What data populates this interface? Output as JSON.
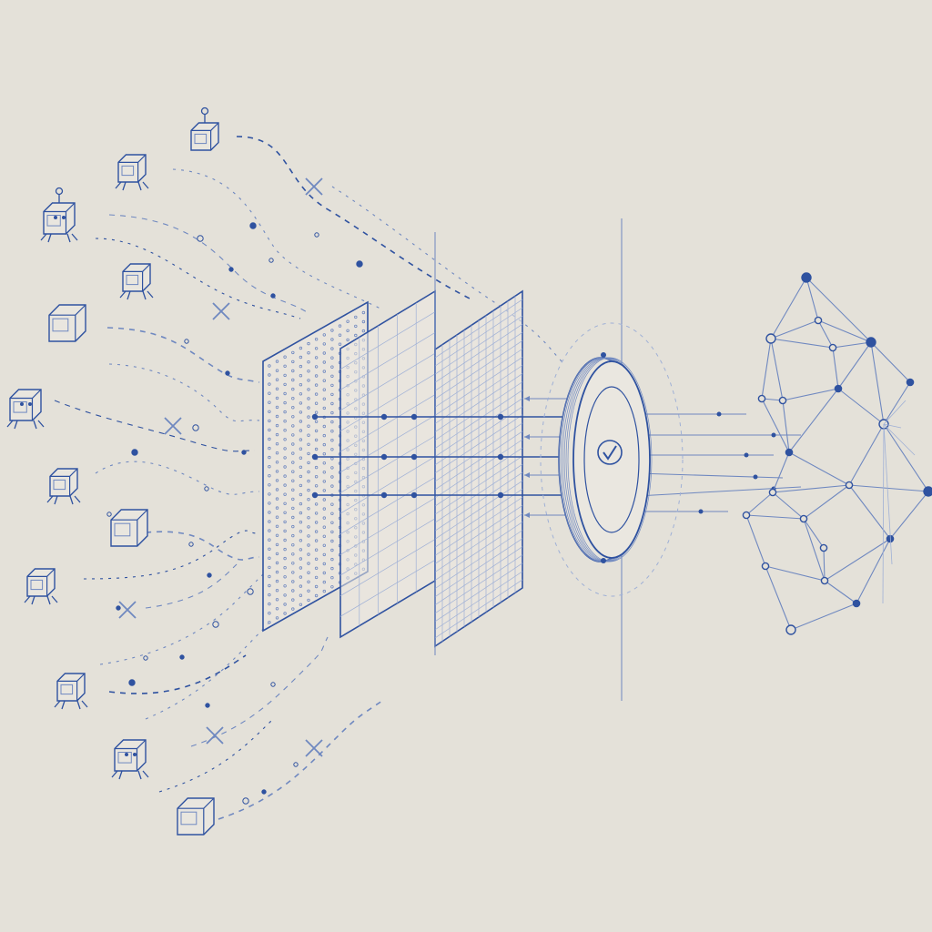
{
  "palette": {
    "background": "#e4e1d9",
    "ink": "#2f52a0",
    "ink_light": "#6f88c0",
    "ink_faint": "#9fb0d6"
  },
  "agents": [
    {
      "kind": "cube-antenna",
      "icon": "cube-with-antenna-icon"
    },
    {
      "kind": "cube-legs",
      "icon": "walker-robot-icon"
    },
    {
      "kind": "robot-antenna",
      "icon": "antenna-robot-icon"
    },
    {
      "kind": "cube-legs",
      "icon": "walker-robot-icon"
    },
    {
      "kind": "cube",
      "icon": "cube-icon"
    },
    {
      "kind": "robot",
      "icon": "robot-icon"
    },
    {
      "kind": "cube-legs",
      "icon": "walker-robot-icon"
    },
    {
      "kind": "cube",
      "icon": "cube-icon"
    },
    {
      "kind": "cube-legs",
      "icon": "walker-robot-icon"
    },
    {
      "kind": "cube-legs",
      "icon": "walker-robot-icon"
    },
    {
      "kind": "robot",
      "icon": "robot-icon"
    },
    {
      "kind": "cube",
      "icon": "cube-icon"
    }
  ],
  "filter_layers": [
    {
      "pattern": "dots",
      "icon": "dotted-filter-panel-icon"
    },
    {
      "pattern": "coarse-grid",
      "icon": "coarse-grid-panel-icon"
    },
    {
      "pattern": "fine-grid",
      "icon": "fine-grid-panel-icon"
    }
  ],
  "verification": {
    "icon": "checkmark-lens-icon",
    "status": "verified"
  },
  "network": {
    "icon": "network-graph-icon"
  }
}
